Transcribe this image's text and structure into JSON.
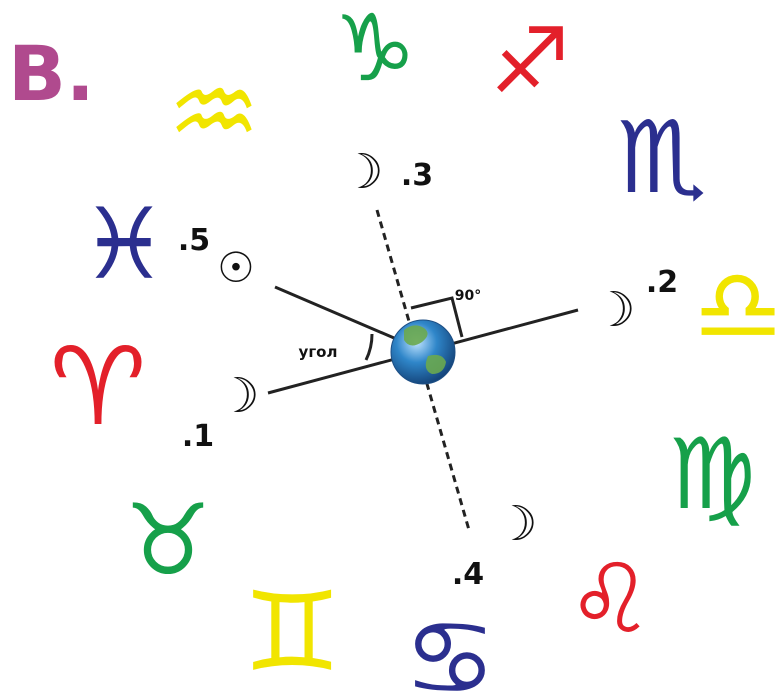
{
  "panel_label": "B.",
  "angle_label": "угол",
  "right_angle_label": "90°",
  "positions": [
    {
      "number": ".1",
      "symbol": "☽",
      "kind": "moon"
    },
    {
      "number": ".2",
      "symbol": "☽",
      "kind": "moon"
    },
    {
      "number": ".3",
      "symbol": "☽",
      "kind": "moon"
    },
    {
      "number": ".4",
      "symbol": "☽",
      "kind": "moon"
    },
    {
      "number": ".5",
      "symbol": "☉",
      "kind": "sun"
    }
  ],
  "zodiac": [
    {
      "name": "capricorn",
      "glyph": "♑",
      "color": "#16a04a"
    },
    {
      "name": "sagittarius",
      "glyph": "♐",
      "color": "#e3202a"
    },
    {
      "name": "scorpio",
      "glyph": "♏",
      "color": "#2b2f8f"
    },
    {
      "name": "libra",
      "glyph": "♎",
      "color": "#f1e500"
    },
    {
      "name": "virgo",
      "glyph": "♍",
      "color": "#16a04a"
    },
    {
      "name": "leo",
      "glyph": "♌",
      "color": "#e3202a"
    },
    {
      "name": "cancer",
      "glyph": "♋",
      "color": "#2b2f8f"
    },
    {
      "name": "gemini",
      "glyph": "♊",
      "color": "#f1e500"
    },
    {
      "name": "taurus",
      "glyph": "♉",
      "color": "#16a04a"
    },
    {
      "name": "aries",
      "glyph": "♈",
      "color": "#e3202a"
    },
    {
      "name": "pisces",
      "glyph": "♓",
      "color": "#2b2f8f"
    },
    {
      "name": "aquarius",
      "glyph": "♒",
      "color": "#f1e500"
    }
  ],
  "colors": {
    "panel_label": "#b04a8e",
    "lines": "#222222",
    "earth_ocean": "#2f86c9",
    "earth_land": "#6aa84f"
  }
}
